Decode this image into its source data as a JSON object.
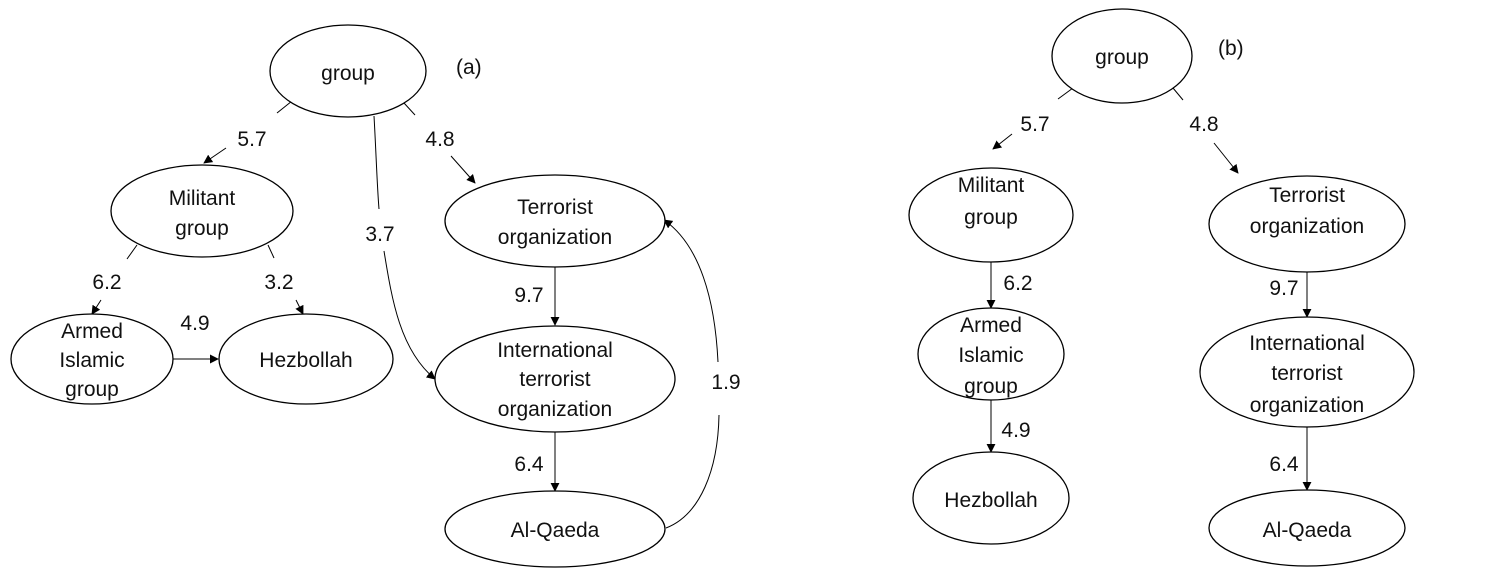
{
  "diagrams": {
    "a": {
      "panel_label": "(a)",
      "nodes": {
        "group": [
          "group"
        ],
        "militant": [
          "Militant",
          "group"
        ],
        "terrorist": [
          "Terrorist",
          "organization"
        ],
        "armed": [
          "Armed",
          "Islamic",
          "group"
        ],
        "hezbollah": [
          "Hezbollah"
        ],
        "intl": [
          "International",
          "terrorist",
          "organization"
        ],
        "alqaeda": [
          "Al-Qaeda"
        ]
      },
      "edges": {
        "group_militant": "5.7",
        "group_terrorist": "4.8",
        "group_intl": "3.7",
        "militant_armed": "6.2",
        "militant_hezbollah": "3.2",
        "armed_hezbollah": "4.9",
        "terrorist_intl": "9.7",
        "intl_alqaeda": "6.4",
        "alqaeda_terrorist": "1.9"
      }
    },
    "b": {
      "panel_label": "(b)",
      "nodes": {
        "group": [
          "group"
        ],
        "militant": [
          "Militant",
          "group"
        ],
        "terrorist": [
          "Terrorist",
          "organization"
        ],
        "armed": [
          "Armed",
          "Islamic",
          "group"
        ],
        "hezbollah": [
          "Hezbollah"
        ],
        "intl": [
          "International",
          "terrorist",
          "organization"
        ],
        "alqaeda": [
          "Al-Qaeda"
        ]
      },
      "edges": {
        "group_militant": "5.7",
        "group_terrorist": "4.8",
        "militant_armed": "6.2",
        "armed_hezbollah": "4.9",
        "terrorist_intl": "9.7",
        "intl_alqaeda": "6.4"
      }
    }
  }
}
